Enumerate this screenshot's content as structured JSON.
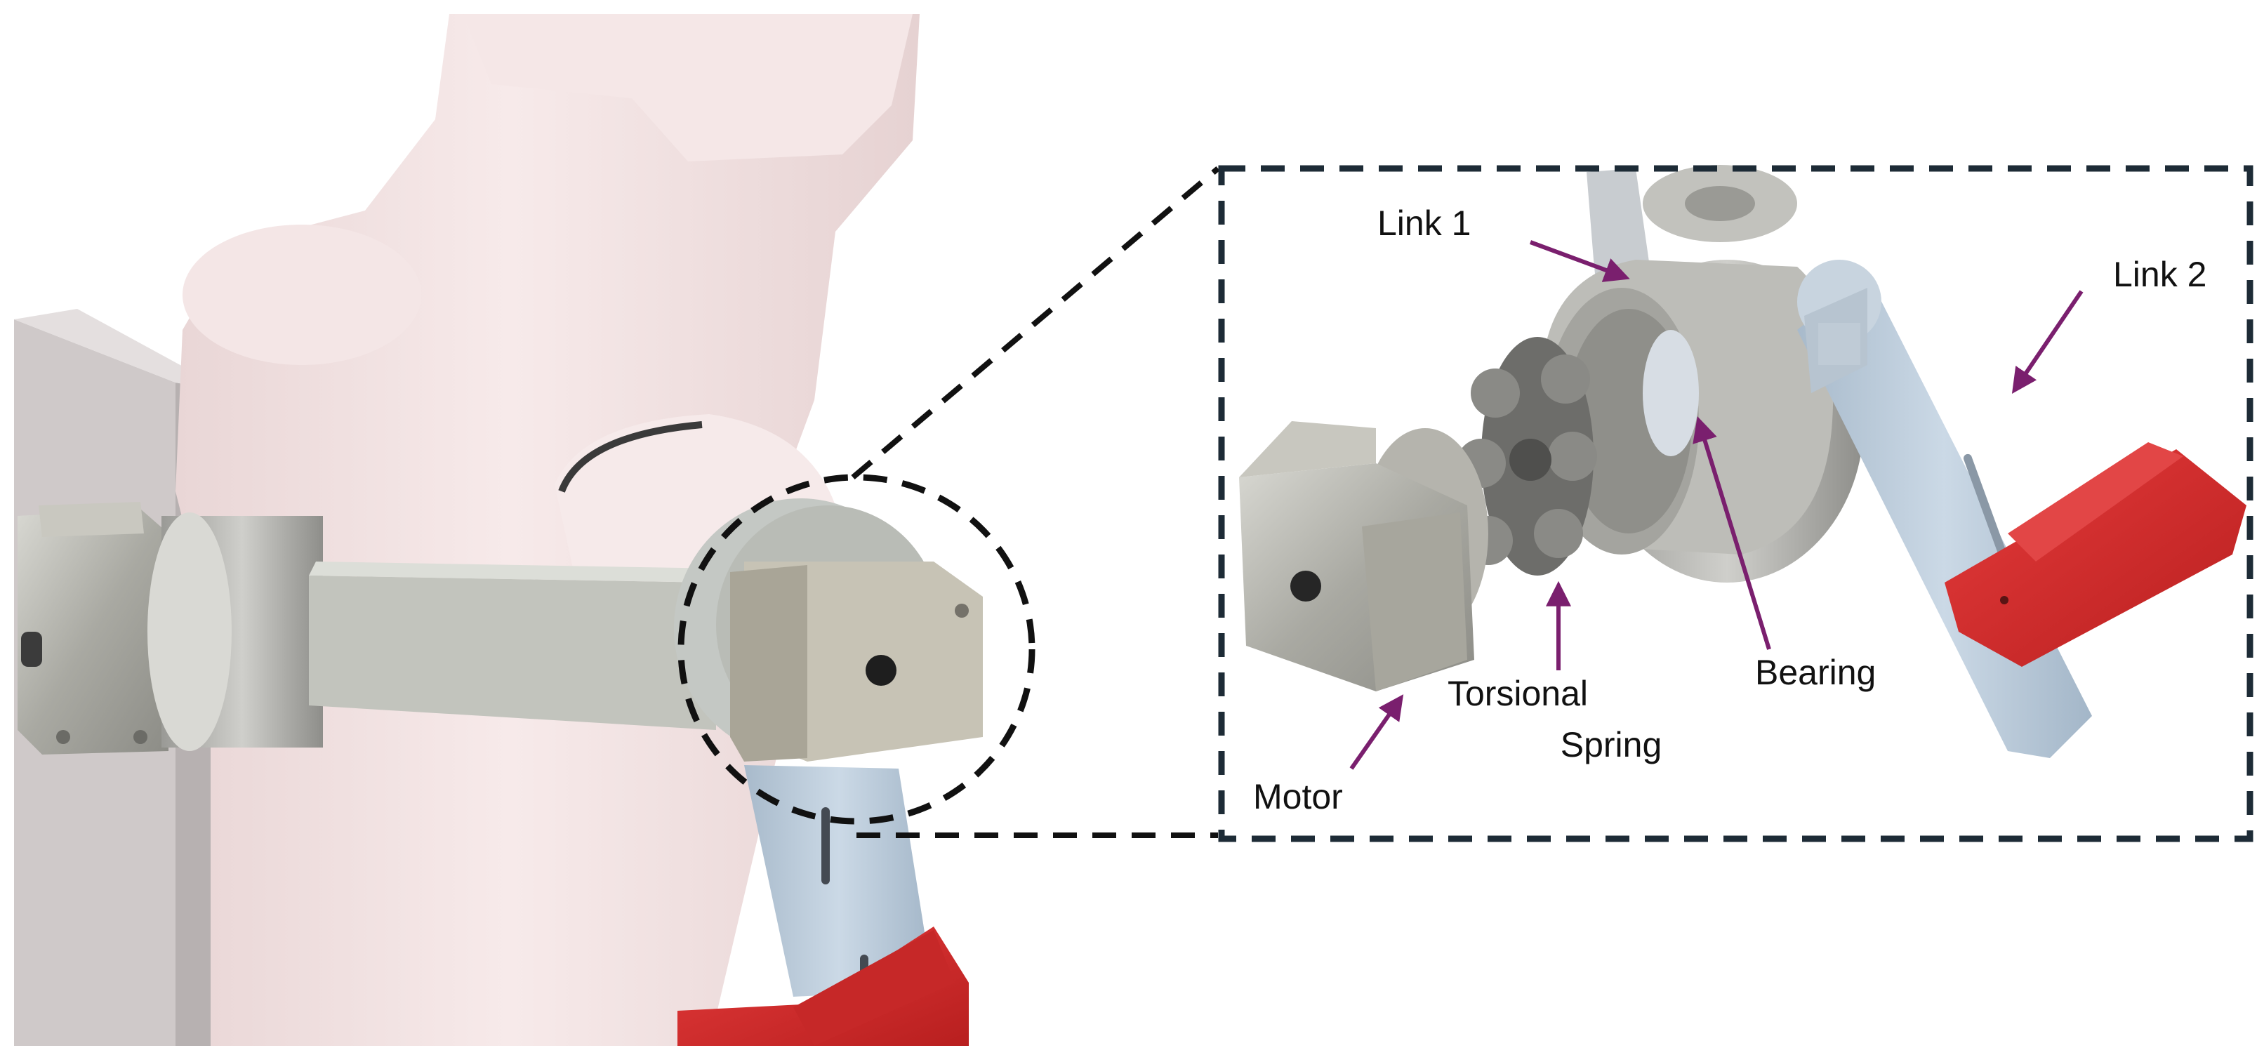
{
  "labels": {
    "link1": "Link 1",
    "link2": "Link 2",
    "torsional_line1": "Torsional",
    "torsional_line2": "Spring",
    "bearing": "Bearing",
    "motor": "Motor"
  },
  "colors": {
    "arrow": "#7a1f6e",
    "frame": "#1d2b36",
    "cuff_red": "#d62d2d",
    "mannequin": "#f1e1e1",
    "metal": "#b9b9b3",
    "link_blue": "#b9c9d8"
  }
}
